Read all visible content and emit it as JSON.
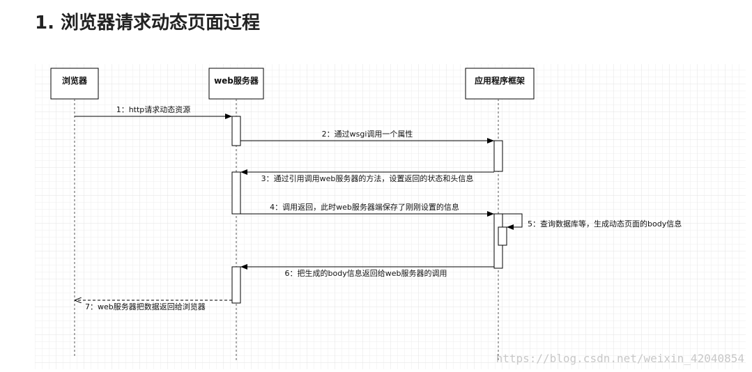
{
  "heading": "1. 浏览器请求动态页面过程",
  "participants": [
    {
      "id": "browser",
      "label": "浏览器"
    },
    {
      "id": "webserver",
      "label": "web服务器"
    },
    {
      "id": "framework",
      "label": "应用程序框架"
    }
  ],
  "messages": [
    {
      "label": "1：http请求动态资源"
    },
    {
      "label": "2：通过wsgi调用一个属性"
    },
    {
      "label": "3：通过引用调用web服务器的方法，设置返回的状态和头信息"
    },
    {
      "label": "4：调用返回，此时web服务器端保存了刚刚设置的信息"
    },
    {
      "label": "5：查询数据库等，生成动态页面的body信息"
    },
    {
      "label": "6：把生成的body信息返回给web服务器的调用"
    },
    {
      "label": "7：web服务器把数据返回给浏览器"
    }
  ],
  "watermark": "https://blog.csdn.net/weixin_42040854"
}
